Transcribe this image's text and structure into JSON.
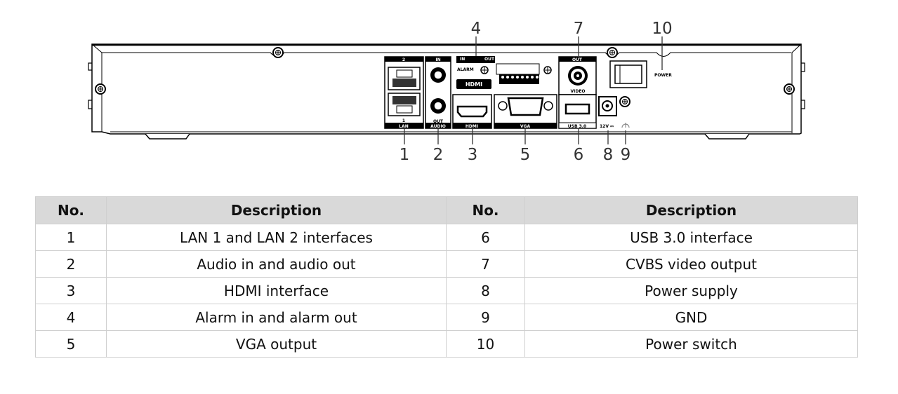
{
  "diagram": {
    "title": "Rear panel",
    "panel_labels": {
      "lan_top": "2",
      "lan_bottom": "1",
      "lan": "LAN",
      "audio_in": "IN",
      "audio_out": "OUT",
      "audio": "AUDIO",
      "alarm_in": "IN",
      "alarm_out": "OUT",
      "alarm": "ALARM",
      "hdmi_logo": "HDMI",
      "hdmi": "HDMI",
      "vga": "VGA",
      "video_out": "OUT",
      "video": "VIDEO",
      "usb": "USB 3.0",
      "dc": "12V ⎓",
      "power": "POWER"
    },
    "callouts": [
      {
        "id": "1",
        "label": "1"
      },
      {
        "id": "2",
        "label": "2"
      },
      {
        "id": "3",
        "label": "3"
      },
      {
        "id": "4",
        "label": "4"
      },
      {
        "id": "5",
        "label": "5"
      },
      {
        "id": "6",
        "label": "6"
      },
      {
        "id": "7",
        "label": "7"
      },
      {
        "id": "8",
        "label": "8"
      },
      {
        "id": "9",
        "label": "9"
      },
      {
        "id": "10",
        "label": "10"
      }
    ]
  },
  "table": {
    "headers": [
      "No.",
      "Description",
      "No.",
      "Description"
    ],
    "rows": [
      {
        "no_a": "1",
        "desc_a": "LAN 1 and LAN 2 interfaces",
        "no_b": "6",
        "desc_b": "USB 3.0 interface"
      },
      {
        "no_a": "2",
        "desc_a": "Audio in and audio out",
        "no_b": "7",
        "desc_b": "CVBS video output"
      },
      {
        "no_a": "3",
        "desc_a": "HDMI interface",
        "no_b": "8",
        "desc_b": "Power supply"
      },
      {
        "no_a": "4",
        "desc_a": "Alarm in and alarm out",
        "no_b": "9",
        "desc_b": "GND"
      },
      {
        "no_a": "5",
        "desc_a": "VGA output",
        "no_b": "10",
        "desc_b": "Power switch"
      }
    ]
  }
}
